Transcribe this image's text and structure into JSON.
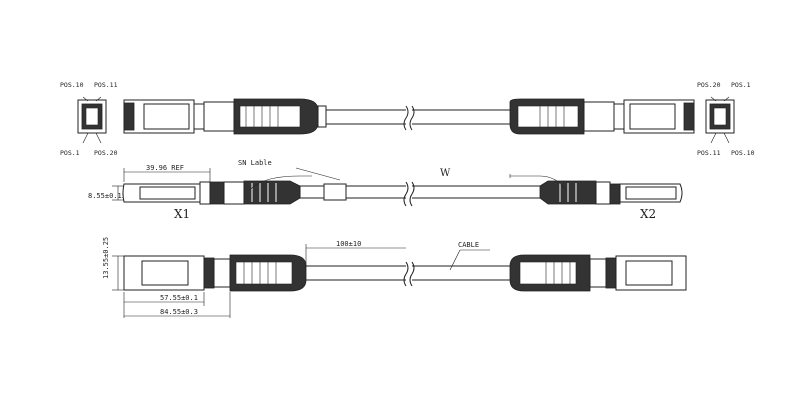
{
  "connector_end_view": {
    "left": {
      "pos_top_left": "POS.10",
      "pos_top_right": "POS.11",
      "pos_bottom_left": "POS.1",
      "pos_bottom_right": "POS.20"
    },
    "right": {
      "pos_top_left": "POS.20",
      "pos_top_right": "POS.1",
      "pos_bottom_left": "POS.11",
      "pos_bottom_right": "POS.10"
    }
  },
  "side_view": {
    "ref_dim": "39.96 REF",
    "height_dim": "8.55±0.15",
    "sn_label": "SN Lable",
    "length_label": "W",
    "end_left": "X1",
    "end_right": "X2"
  },
  "top_view": {
    "height_dim": "13.55±0.25",
    "strip_dim": "100±10",
    "cable_label": "CABLE",
    "dim_a": "57.55±0.1",
    "dim_b": "84.55±0.3"
  }
}
